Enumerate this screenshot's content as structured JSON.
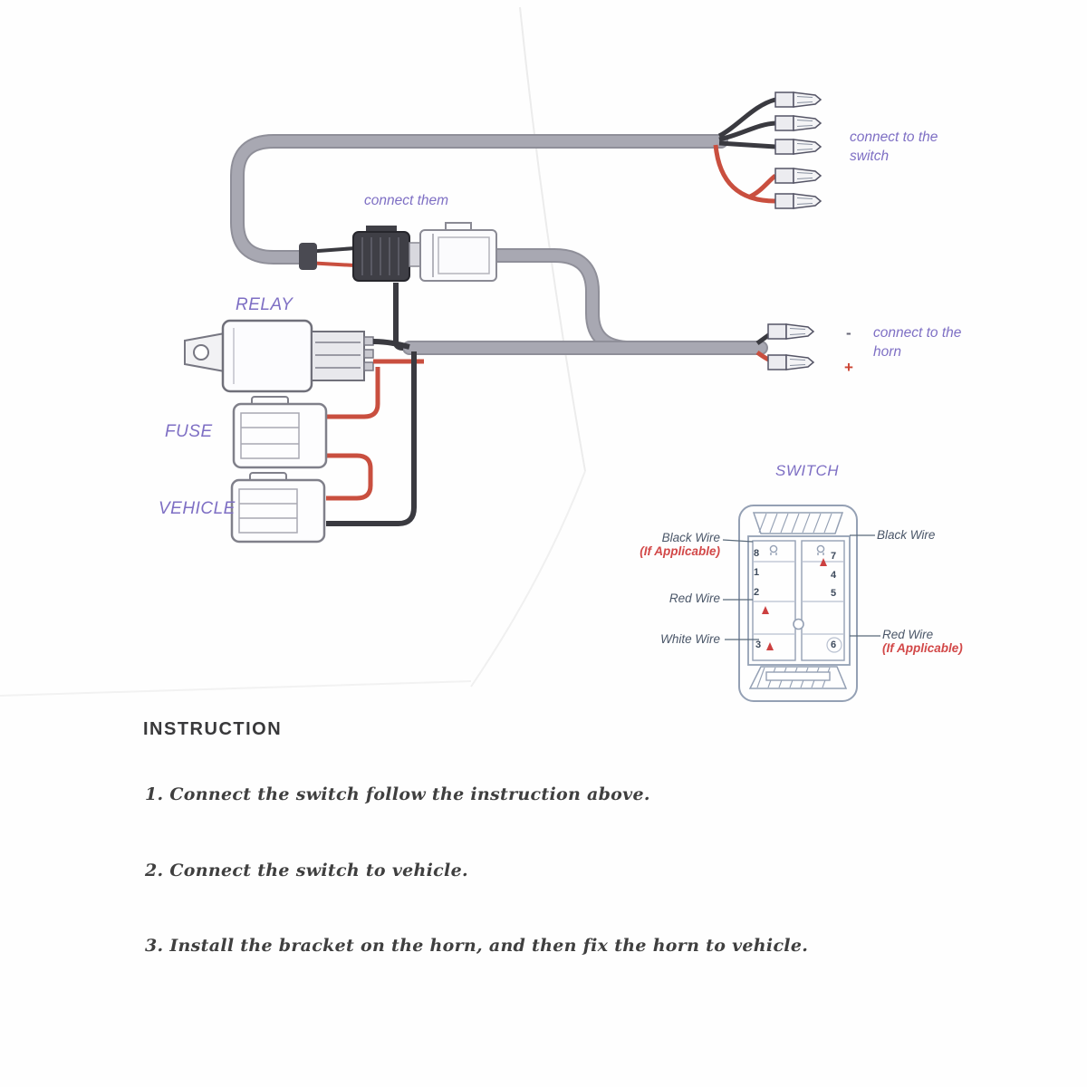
{
  "colors": {
    "purple": "#7e6fc4",
    "red_label": "#d24848",
    "wire_red": "#c94f3f",
    "wire_black": "#3a3a40",
    "cable_gray": "#a8a8b2"
  },
  "labels": {
    "connect_them": "connect them",
    "connect_to_switch": "connect to the switch",
    "relay": "RELAY",
    "connect_to_horn": "connect to the horn",
    "minus": "-",
    "plus": "+",
    "fuse": "FUSE",
    "vehicle": "VEHICLE",
    "switch": "SWITCH"
  },
  "switch_detail": {
    "black_wire_left": "Black Wire",
    "black_wire_left_note": "(If Applicable)",
    "black_wire_right": "Black Wire",
    "red_wire_left": "Red Wire",
    "white_wire_left": "White Wire",
    "red_wire_right": "Red Wire",
    "red_wire_right_note": "(If Applicable)",
    "pins_left": [
      "8",
      "1",
      "2",
      "3"
    ],
    "pins_right": [
      "7",
      "4",
      "5",
      "6"
    ]
  },
  "instructions": {
    "title": "INSTRUCTION",
    "items": [
      "1. Connect the switch follow the instruction above.",
      "2. Connect the switch to vehicle.",
      "3. Install the bracket on the horn, and then fix the horn to vehicle."
    ]
  }
}
